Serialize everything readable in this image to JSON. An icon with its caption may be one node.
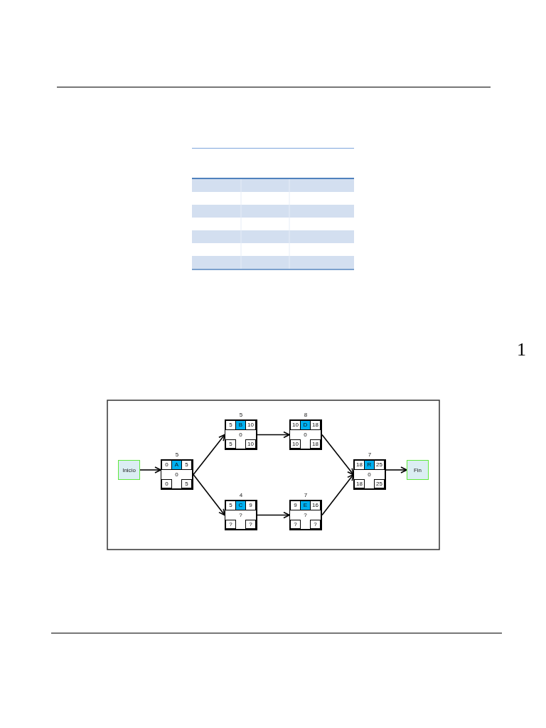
{
  "diagram": {
    "nodes": [
      {
        "text": [
          "Inicio"
        ]
      },
      {
        "text": [
          "0",
          "A",
          "5",
          "0",
          "0",
          "5"
        ],
        "beside": [
          "5"
        ]
      },
      {
        "text": [
          "5",
          "B",
          "10",
          "0",
          "5",
          "10"
        ],
        "beside": [
          "5"
        ]
      },
      {
        "text": [
          "5",
          "C",
          "9",
          "?",
          "?",
          "?"
        ],
        "beside": [
          "4"
        ]
      },
      {
        "text": [
          "10",
          "D",
          "18",
          "0",
          "10",
          "18"
        ],
        "beside": [
          "8"
        ]
      },
      {
        "text": [
          "9",
          "E",
          "16",
          "?",
          "?",
          "?"
        ],
        "beside": [
          "7"
        ]
      },
      {
        "text": [
          "18",
          "R",
          "25",
          "0",
          "18",
          "25"
        ],
        "beside": [
          "7"
        ]
      },
      {
        "text": [
          "Fin"
        ]
      }
    ],
    "edges": [
      {
        "from": 0,
        "to": 1,
        "arrow": "to"
      },
      {
        "from": 1,
        "to": 2,
        "arrow": "to"
      },
      {
        "from": 1,
        "to": 3,
        "arrow": "to"
      },
      {
        "from": 2,
        "to": 4,
        "arrow": "to"
      },
      {
        "from": 3,
        "to": 5,
        "arrow": "to"
      },
      {
        "from": 4,
        "to": 6,
        "arrow": "to"
      },
      {
        "from": 5,
        "to": 6,
        "arrow": "to"
      },
      {
        "from": 6,
        "to": 7,
        "arrow": "to"
      }
    ],
    "labels": [
      "1"
    ]
  }
}
